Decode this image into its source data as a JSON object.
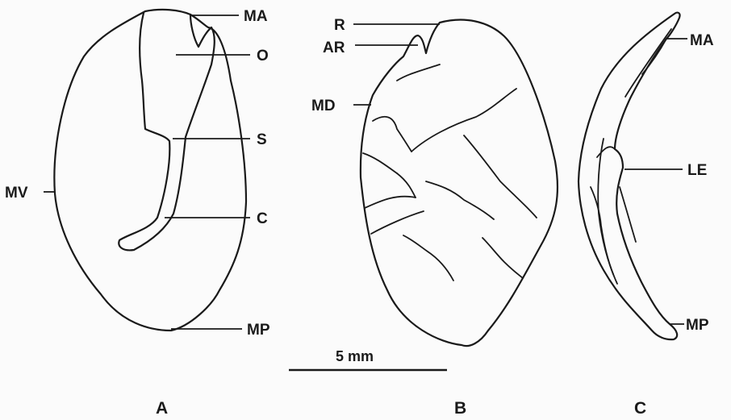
{
  "figure_a": {
    "labels": {
      "ma": "MA",
      "o": "O",
      "s": "S",
      "c": "C",
      "mv": "MV",
      "mp": "MP"
    },
    "panel": "A"
  },
  "figure_b": {
    "labels": {
      "r": "R",
      "ar": "AR",
      "md": "MD"
    },
    "panel": "B"
  },
  "figure_c": {
    "labels": {
      "ma": "MA",
      "le": "LE",
      "mp": "MP"
    },
    "panel": "C"
  },
  "scale_bar": {
    "label": "5 mm"
  },
  "colors": {
    "ink": "#1a1a1a",
    "paper": "#fbfbfb"
  }
}
